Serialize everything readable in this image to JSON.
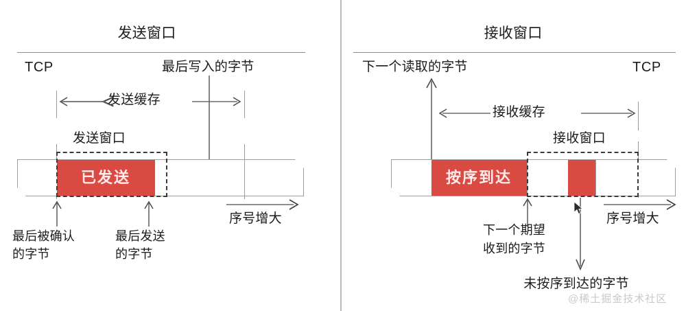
{
  "figure": {
    "kind": "tcp-sliding-window-diagram",
    "accent_red": "#d94a42",
    "line_gray": "#8e8e8e",
    "watermark": "@稀土掘金技术社区"
  },
  "send_panel": {
    "title": "发送窗口",
    "tcp_label": "TCP",
    "last_written_byte": "最后写入的字节",
    "send_buffer_label": "发送缓存",
    "send_window_label": "发送窗口",
    "bar_segment_label": "已发送",
    "seq_increase_label": "序号增大",
    "last_acked_byte_line1": "最后被确认",
    "last_acked_byte_line2": "的字节",
    "last_sent_byte_line1": "最后发送",
    "last_sent_byte_line2": "的字节"
  },
  "receive_panel": {
    "title": "接收窗口",
    "tcp_label": "TCP",
    "next_read_byte": "下一个读取的字节",
    "receive_buffer_label": "接收缓存",
    "receive_window_label": "接收窗口",
    "bar_segment_label": "按序到达",
    "seq_increase_label": "序号增大",
    "next_expected_line1": "下一个期望",
    "next_expected_line2": "收到的字节",
    "out_of_order_label": "未按序到达的字节"
  }
}
